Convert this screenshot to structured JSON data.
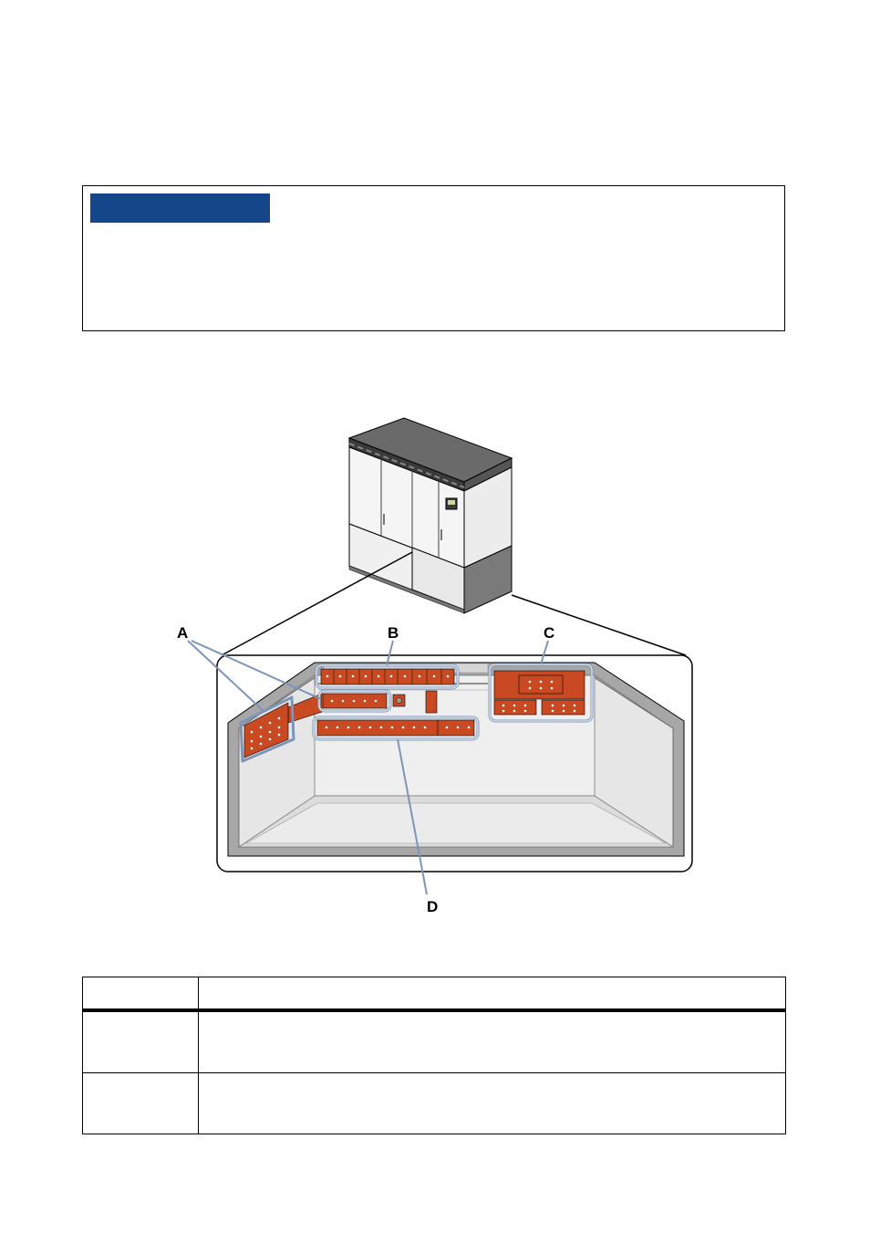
{
  "notice": {
    "label": ""
  },
  "figure": {
    "callouts": {
      "a": "A",
      "b": "B",
      "c": "C",
      "d": "D"
    },
    "colors": {
      "busbar": "#c94a22",
      "highlight": "#7c95b8",
      "cabinet_dark": "#5e5e5e",
      "cabinet_panel": "#f2f2f2",
      "interior": "#e6e6e6"
    }
  },
  "legend_table": {
    "headers": [
      "",
      ""
    ],
    "rows": [
      {
        "position": "",
        "description": ""
      },
      {
        "position": "",
        "description": ""
      }
    ]
  }
}
